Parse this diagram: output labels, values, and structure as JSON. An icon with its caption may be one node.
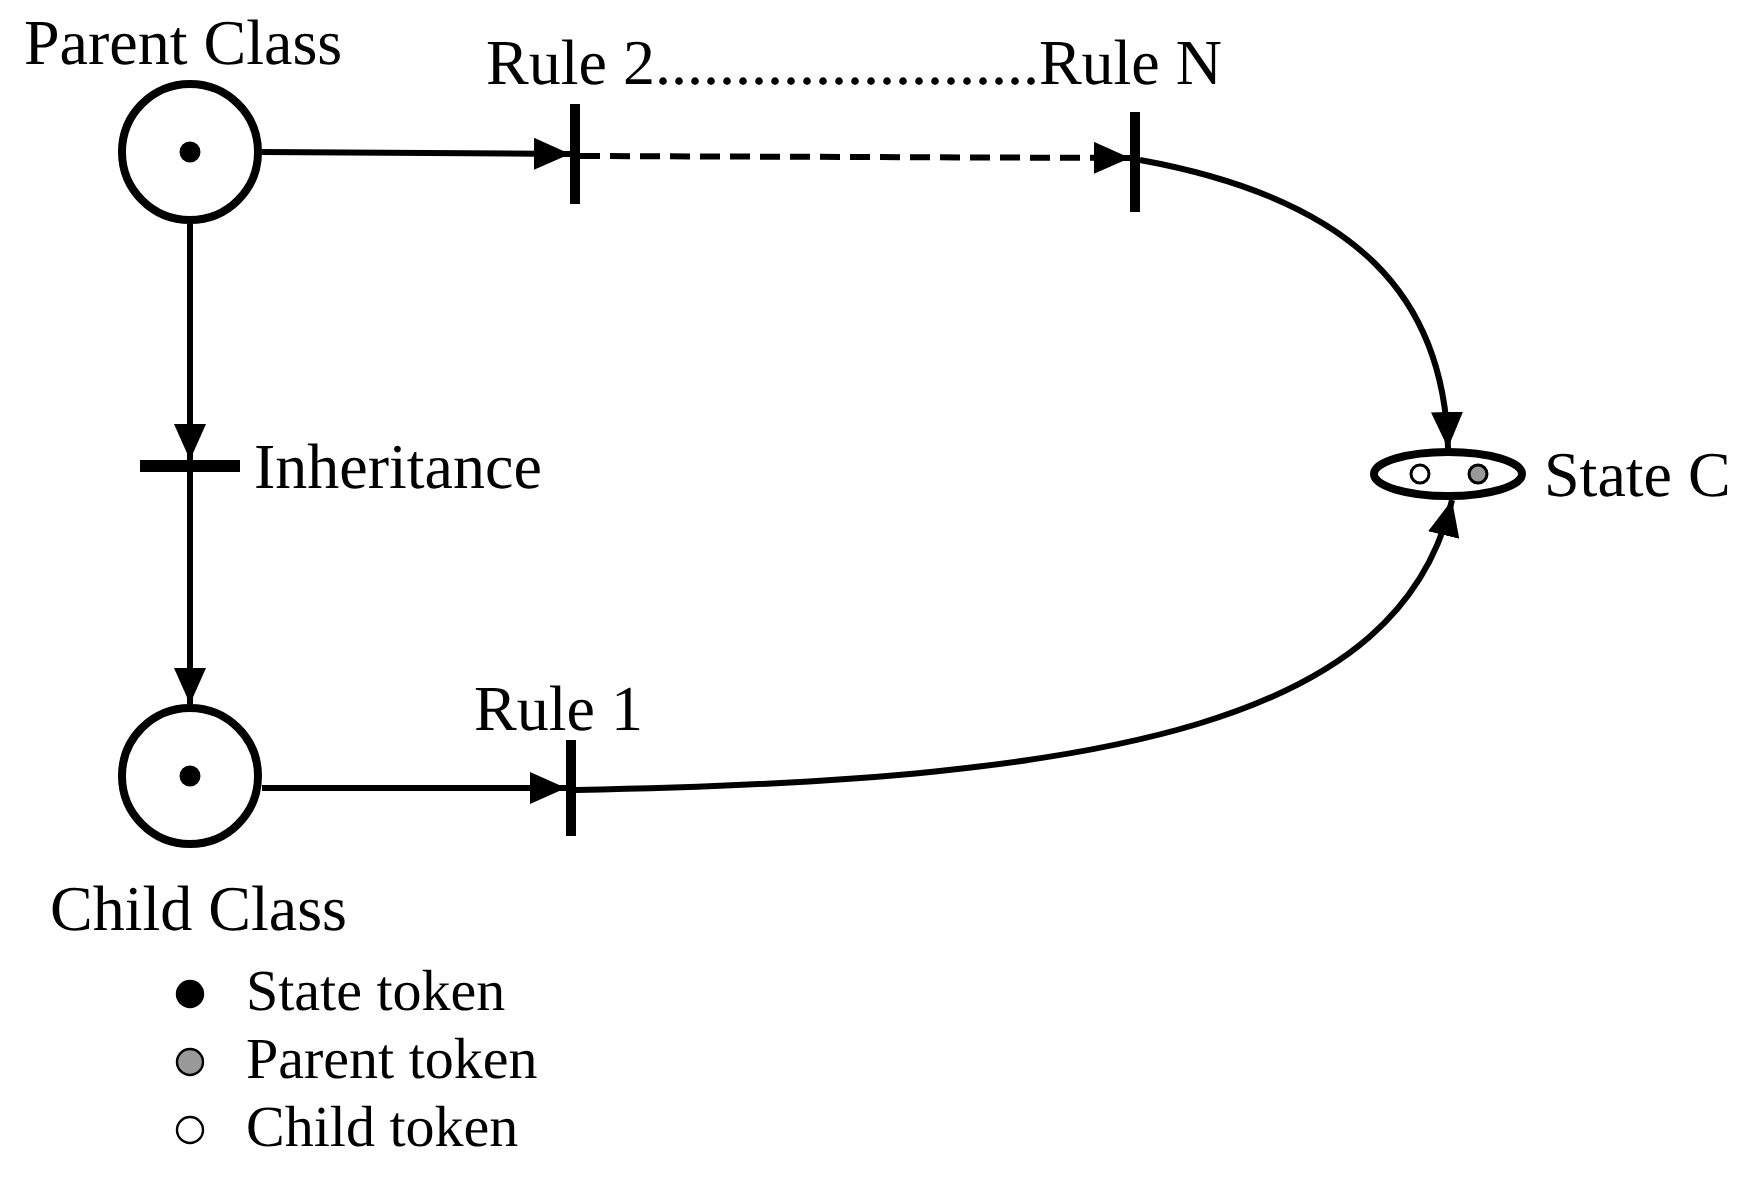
{
  "diagram": {
    "nodes": [
      {
        "text": [
          "Parent Class"
        ]
      },
      {
        "text": [],
        "shape": "bar"
      },
      {
        "text": [],
        "shape": "bar"
      },
      {
        "text": [
          "Inheritance"
        ]
      },
      {
        "text": [
          "State C"
        ]
      },
      {
        "text": [
          "Child Class"
        ]
      },
      {
        "text": [
          "Rule 1"
        ]
      }
    ],
    "edges": [
      {
        "from": 0,
        "to": 1,
        "arrow": "to"
      },
      {
        "from": 1,
        "to": 2,
        "arrow": "to",
        "style": "dashed"
      },
      {
        "from": 2,
        "to": 4,
        "arrow": "to"
      },
      {
        "from": 0,
        "to": 3,
        "arrow": "to"
      },
      {
        "from": 3,
        "to": 5,
        "arrow": "to"
      },
      {
        "from": 5,
        "to": 6,
        "arrow": "to"
      },
      {
        "from": 6,
        "to": 4,
        "arrow": "to"
      }
    ],
    "labels": [
      "Rule 2........................Rule N"
    ],
    "legend": [
      {
        "text": "State token"
      },
      {
        "text": "Parent token"
      },
      {
        "text": "Child token"
      }
    ]
  }
}
